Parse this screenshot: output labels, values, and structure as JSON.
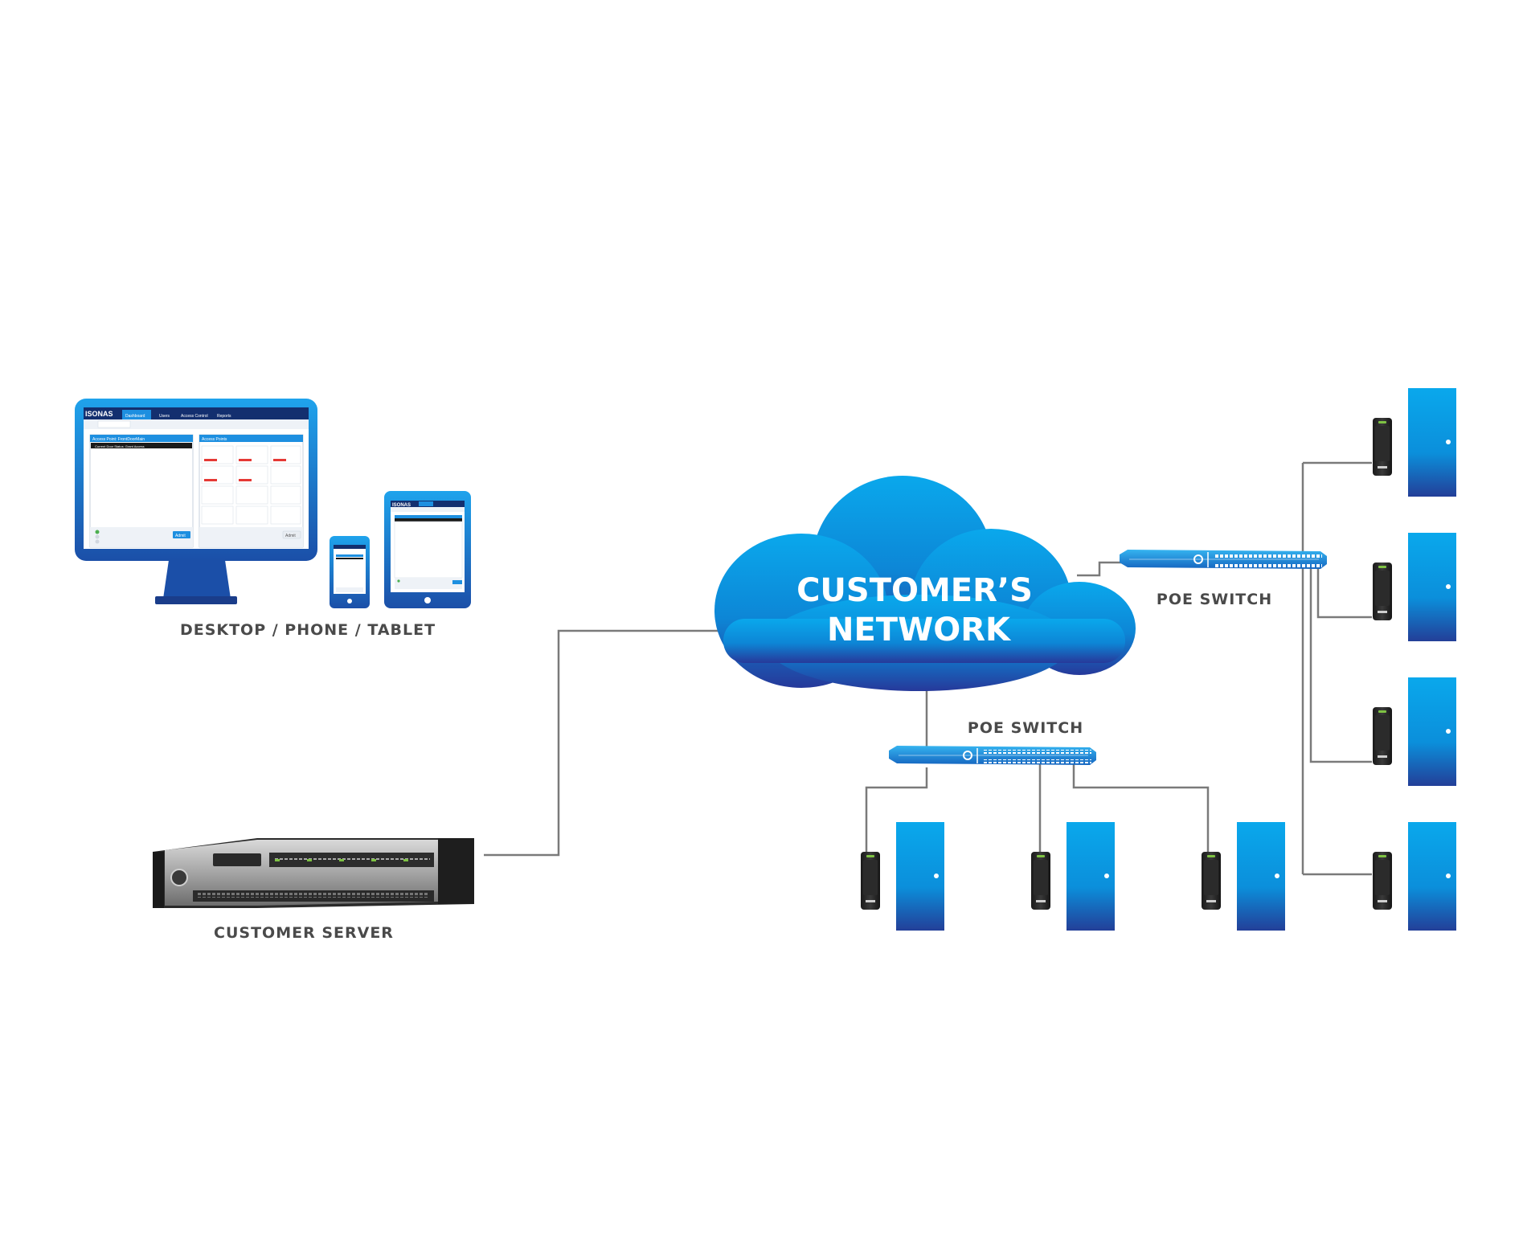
{
  "labels": {
    "clients": "DESKTOP / PHONE / TABLET",
    "server": "CUSTOMER SERVER",
    "cloud_line1": "CUSTOMER’S",
    "cloud_line2": "NETWORK",
    "switch_right": "POE SWITCH",
    "switch_bottom": "POE SWITCH"
  },
  "app_screen": {
    "brand": "ISONAS",
    "nav": [
      "Dashboard",
      "Users",
      "Access Control",
      "Reports"
    ],
    "active_nav": "Dashboard",
    "panel_left_title": "Access Point: FrontDoorMain",
    "panel_left_status": "Current Door Status: Grant Access",
    "panel_left_button": "Admit",
    "panel_right_title": "Access Points",
    "panel_right_button": "Admit"
  },
  "colors": {
    "brand_blue": "#1d8fe0",
    "deep_blue": "#1b3a8f",
    "cloud_top": "#0aa5e8",
    "cloud_bottom": "#233e96",
    "connector": "#7a7a7a",
    "label": "#4a4a4a"
  },
  "icons": {
    "door": "door-icon",
    "reader": "card-reader-icon",
    "switch": "poe-switch-icon",
    "server": "rack-server-icon",
    "cloud": "cloud-icon"
  }
}
